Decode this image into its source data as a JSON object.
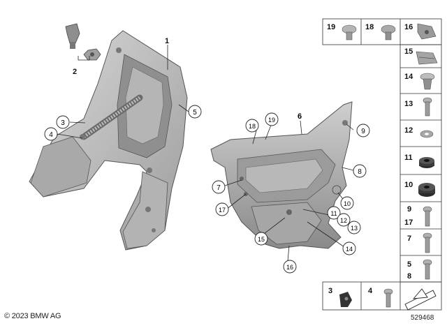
{
  "copyright": "© 2023 BMW AG",
  "diagram_id": "529468",
  "callouts": {
    "c1": "1",
    "c2": "2",
    "c3": "3",
    "c4": "4",
    "c5": "5",
    "c6": "6",
    "c7": "7",
    "c8": "8",
    "c9": "9",
    "c10": "10",
    "c11": "11",
    "c12": "12",
    "c13": "13",
    "c14": "14",
    "c15": "15",
    "c16": "16",
    "c17": "17",
    "c18": "18",
    "c19": "19"
  },
  "legend": {
    "cell_19": "19",
    "cell_18": "18",
    "cell_16": "16",
    "row_15": "15",
    "row_14": "14",
    "row_13": "13",
    "row_12": "12",
    "row_11": "11",
    "row_10": "10",
    "row_9": "9",
    "row_17": "17",
    "row_7": "7",
    "row_5": "5",
    "row_8": "8",
    "bottom_3": "3",
    "bottom_4": "4"
  },
  "colors": {
    "part_fill": "#c9c9c9",
    "part_dark": "#8e8e8e",
    "part_shadow": "#6f6f6f",
    "line": "#222222"
  }
}
